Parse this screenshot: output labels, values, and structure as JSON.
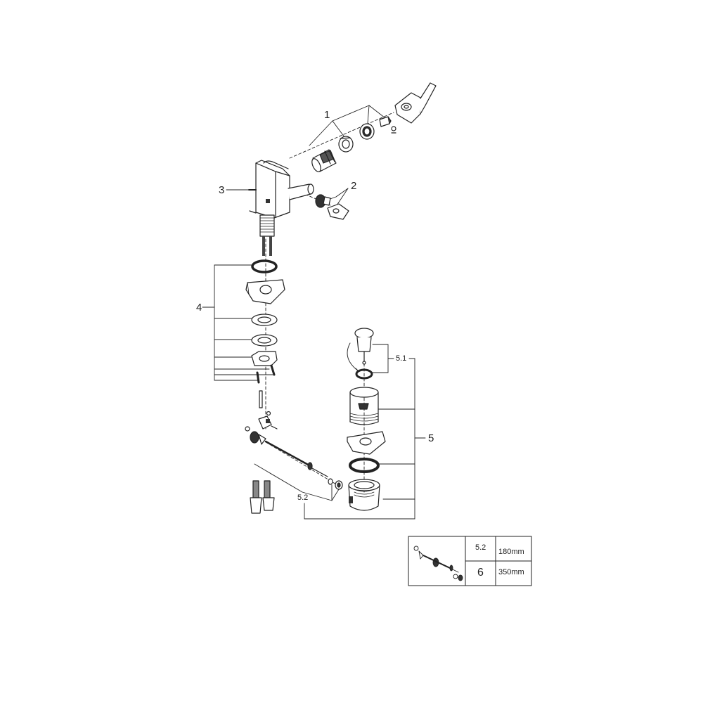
{
  "callouts": {
    "c1": "1",
    "c2": "2",
    "c3": "3",
    "c4": "4",
    "c5": "5",
    "c51": "5.1",
    "c52": "5.2"
  },
  "variant_table": {
    "rows": [
      {
        "id": "5.2",
        "length": "180mm"
      },
      {
        "id": "6",
        "length": "350mm"
      }
    ]
  }
}
